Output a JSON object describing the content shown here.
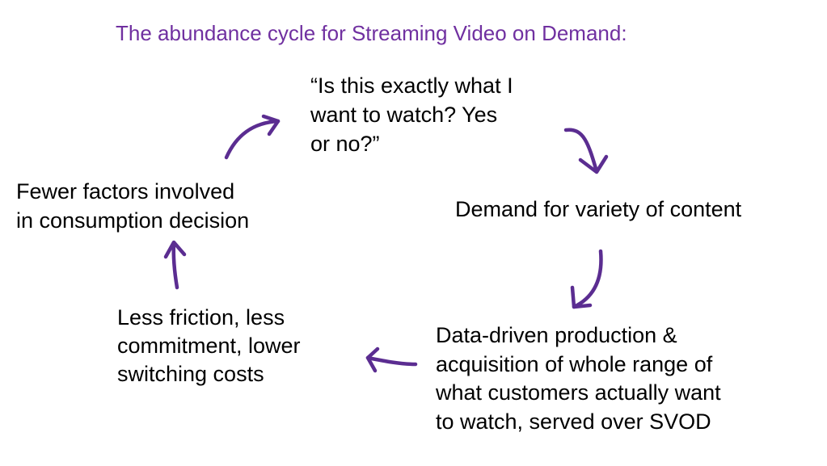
{
  "title": "The abundance cycle for Streaming Video on Demand:",
  "nodes": {
    "question": [
      "“Is this exactly what I",
      "want to watch? Yes",
      "or no?”"
    ],
    "demand": [
      "Demand for variety of content"
    ],
    "production": [
      "Data-driven production &",
      "acquisition of whole range of",
      "what customers actually want",
      "to watch, served over SVOD"
    ],
    "friction": [
      "Less friction, less",
      "commitment, lower",
      "switching costs"
    ],
    "fewer_factors": [
      "Fewer factors involved",
      "in consumption decision"
    ]
  },
  "colors": {
    "title": "#7030a0",
    "arrow": "#5b2d91"
  }
}
